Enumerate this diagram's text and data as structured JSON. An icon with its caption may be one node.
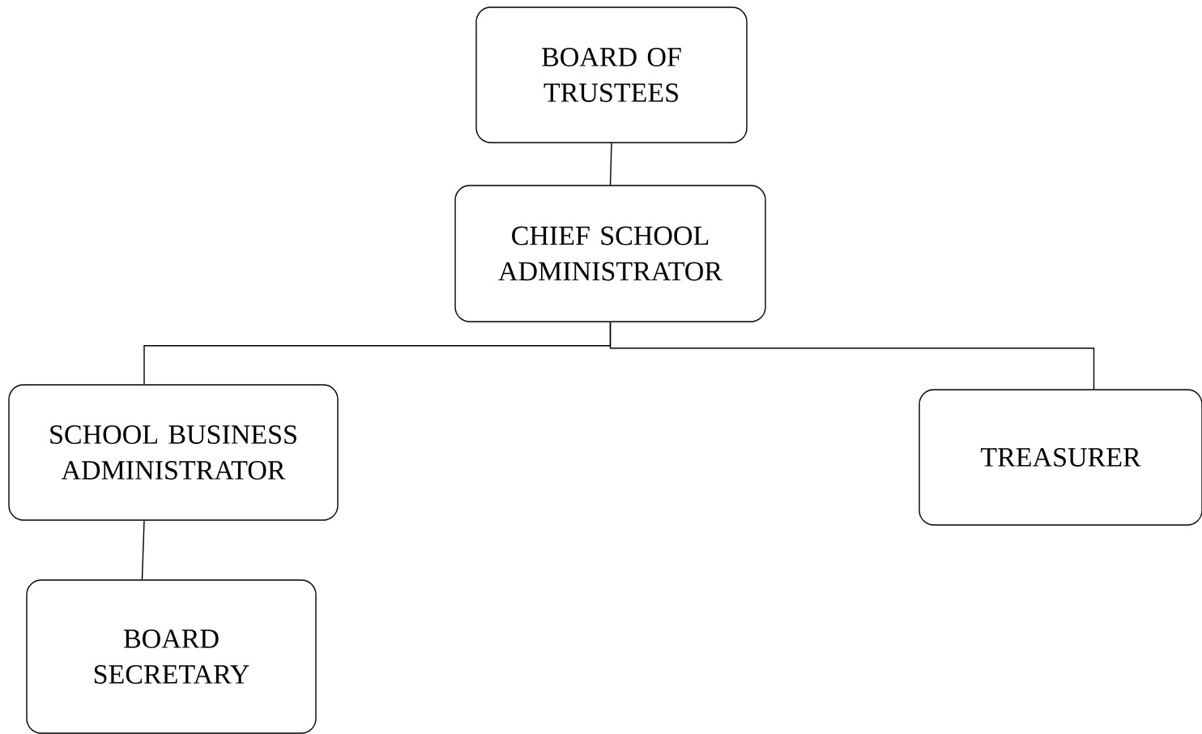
{
  "diagram": {
    "nodes": [
      {
        "text": [
          "BOARD OF TRUSTEES"
        ]
      },
      {
        "text": [
          "CHIEF SCHOOL ADMINISTRATOR"
        ]
      },
      {
        "text": [
          "SCHOOL BUSINESS ADMINISTRATOR"
        ]
      },
      {
        "text": [
          "TREASURER"
        ]
      },
      {
        "text": [
          "BOARD SECRETARY"
        ]
      }
    ],
    "edges": [
      {
        "from": 0,
        "to": 1,
        "arrow": "none"
      },
      {
        "from": 1,
        "to": 2,
        "arrow": "none"
      },
      {
        "from": 1,
        "to": 3,
        "arrow": "none"
      },
      {
        "from": 2,
        "to": 4,
        "arrow": "none"
      }
    ]
  }
}
